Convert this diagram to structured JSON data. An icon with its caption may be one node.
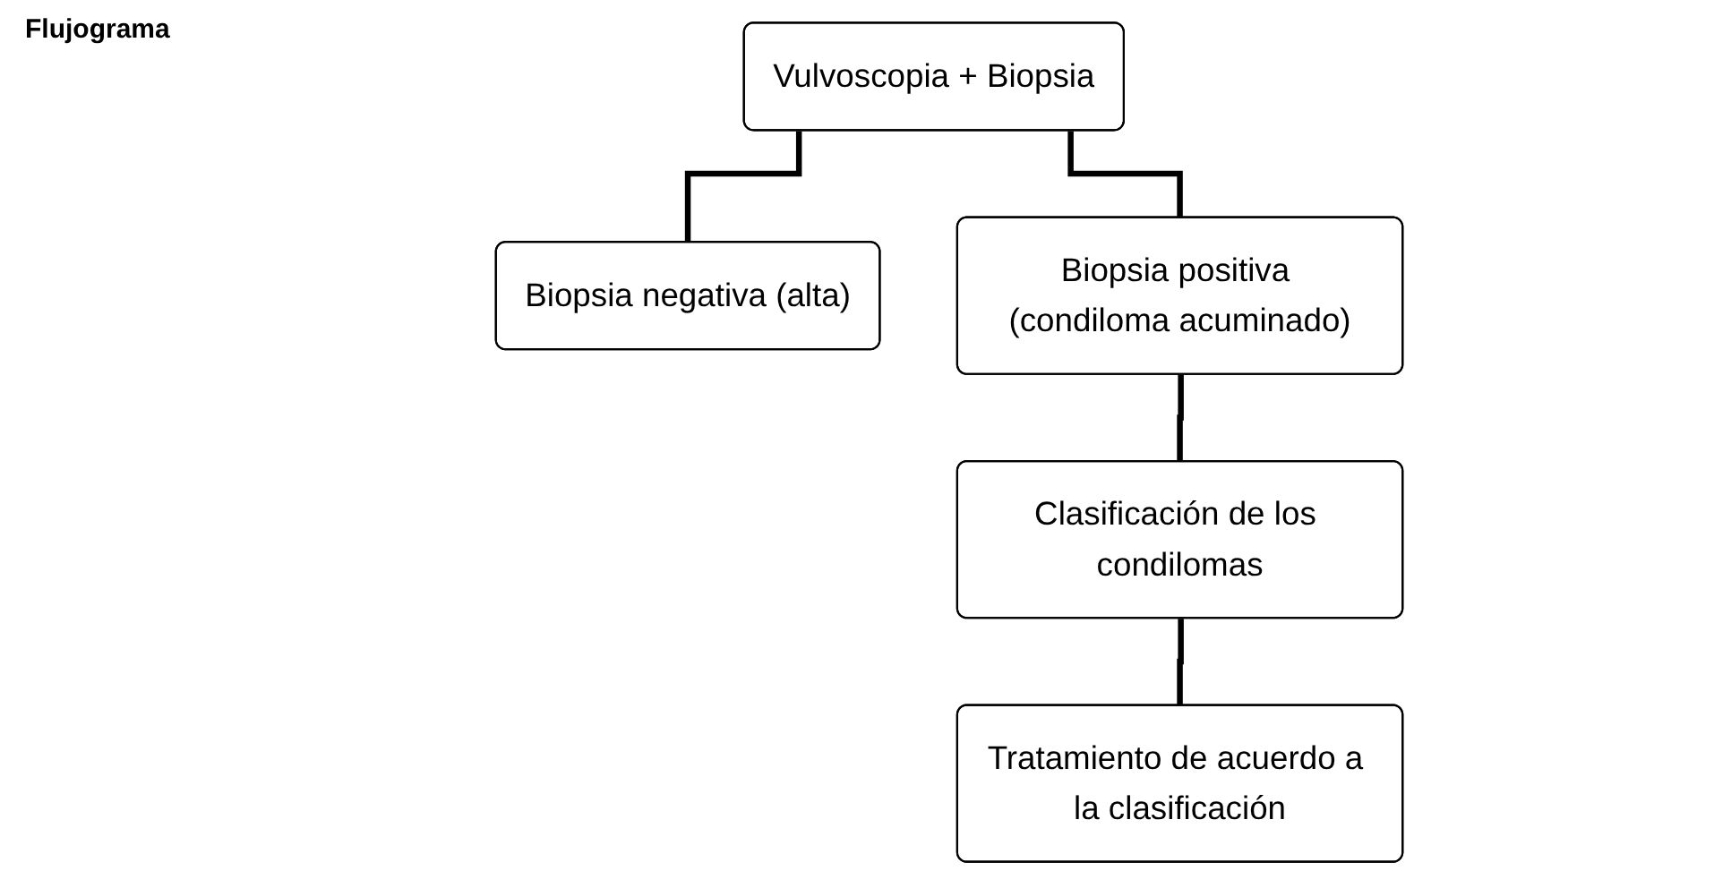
{
  "diagram": {
    "title": "Flujograma",
    "nodes": [
      {
        "text": [
          "Vulvoscopia + Biopsia"
        ]
      },
      {
        "text": [
          "Biopsia negativa (alta)"
        ]
      },
      {
        "text": [
          "Biopsia positiva (condiloma acuminado)"
        ]
      },
      {
        "text": [
          "Clasificación de los condilomas"
        ]
      },
      {
        "text": [
          "Tratamiento de acuerdo a la clasificación"
        ]
      }
    ],
    "edges": [
      {
        "from": 0,
        "to": 1,
        "arrow": "none"
      },
      {
        "from": 0,
        "to": 2,
        "arrow": "none"
      },
      {
        "from": 2,
        "to": 3,
        "arrow": "none"
      },
      {
        "from": 3,
        "to": 4,
        "arrow": "none"
      }
    ]
  }
}
